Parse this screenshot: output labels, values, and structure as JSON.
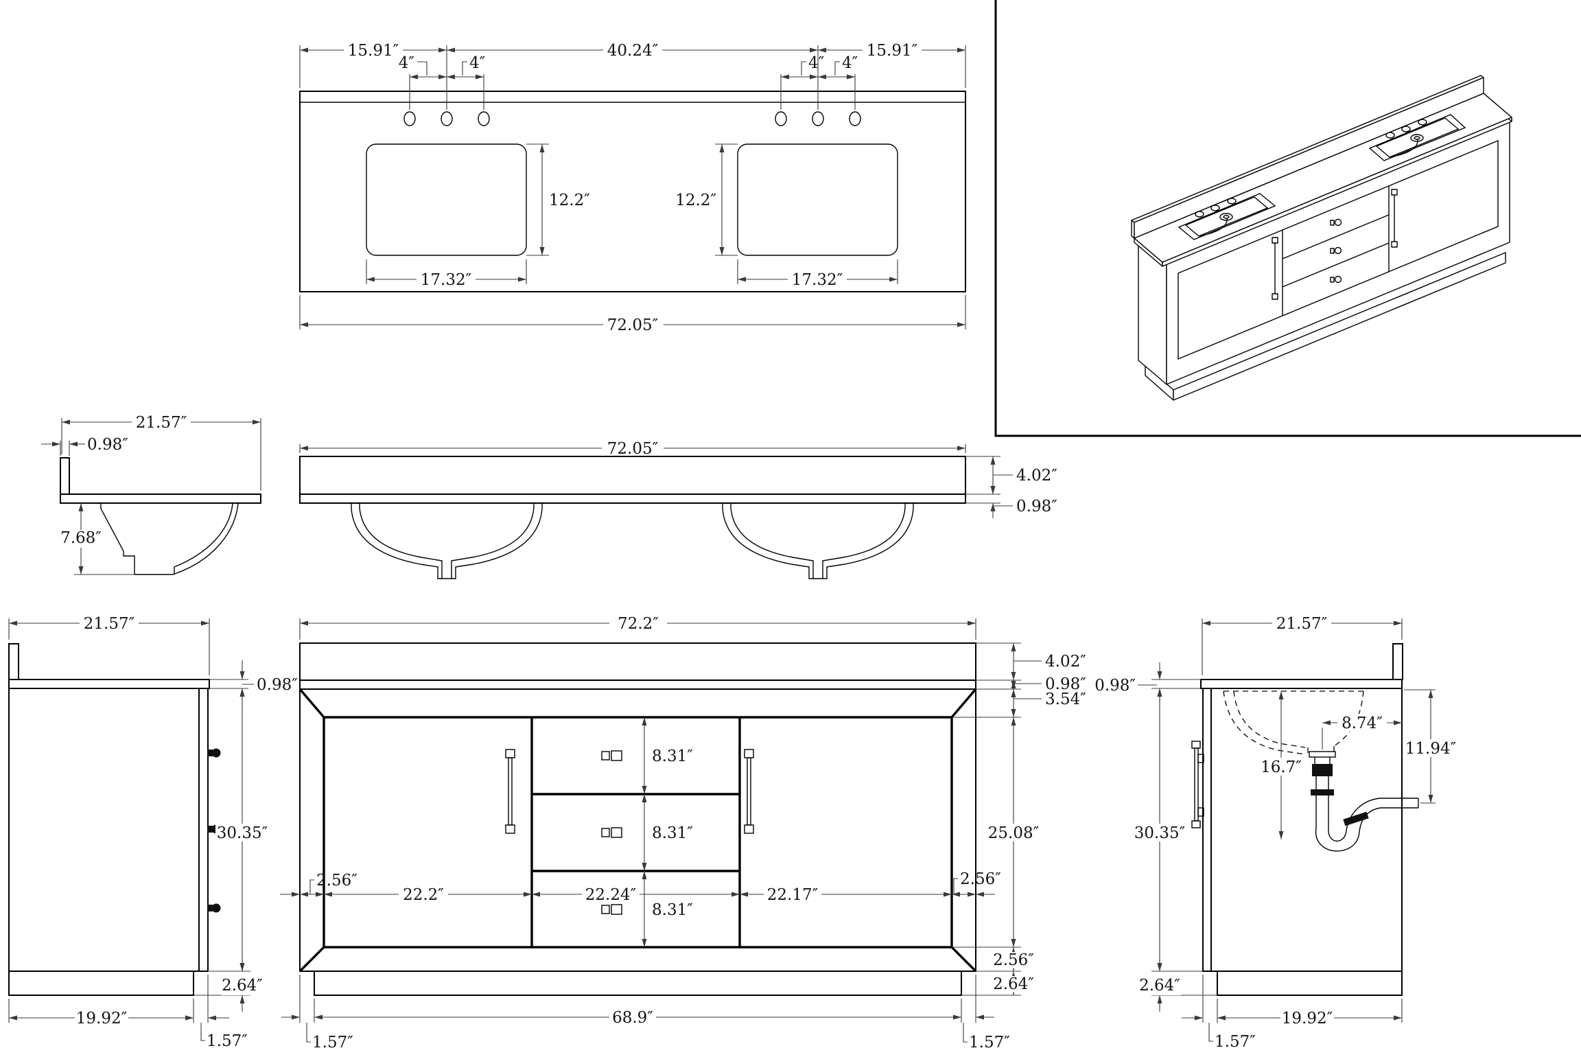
{
  "drawing": {
    "title": "double-sink vanity dimensioned drawing",
    "plan": {
      "left_overhang": "15.91″",
      "center_span": "40.24″",
      "right_overhang": "15.91″",
      "hole_spacing_left_a": "4″",
      "hole_spacing_left_b": "4″",
      "hole_spacing_right_a": "4″",
      "hole_spacing_right_b": "4″",
      "cutout_height_left": "12.2″",
      "cutout_height_right": "12.2″",
      "cutout_width_left": "17.32″",
      "cutout_width_right": "17.32″",
      "overall_width": "72.05″"
    },
    "counter_front": {
      "overall_width": "72.05″",
      "backsplash_height": "4.02″",
      "top_thickness": "0.98″"
    },
    "counter_side": {
      "depth": "21.57″",
      "backsplash_thickness": "0.98″",
      "bowl_depth": "7.68″"
    },
    "cabinet_side_left": {
      "depth": "21.57″",
      "top_thickness": "0.98″",
      "body_height": "30.35″",
      "base_height": "2.64″",
      "base_depth": "19.92″",
      "base_inset": "1.57″"
    },
    "cabinet_front": {
      "overall_width": "72.2″",
      "backsplash_height": "4.02″",
      "top_thickness": "0.98″",
      "top_rail": "3.54″",
      "drawer_1": "8.31″",
      "drawer_2": "8.31″",
      "drawer_3": "8.31″",
      "left_stile": "2.56″",
      "left_door_width": "22.2″",
      "drawer_bank_width": "22.24″",
      "right_door_width": "22.17″",
      "right_stile": "2.56″",
      "opening_height": "25.08″",
      "bottom_rail": "2.56″",
      "base_height": "2.64″",
      "base_width": "68.9″",
      "base_inset_left": "1.57″",
      "base_inset_right": "1.57″"
    },
    "cabinet_side_right": {
      "depth": "21.57″",
      "top_thickness": "0.98″",
      "drain_to_wall": "8.74″",
      "outlet_drop": "11.94″",
      "drain_depth": "16.7″",
      "body_height": "30.35″",
      "base_height": "2.64″",
      "base_depth": "19.92″",
      "base_inset": "1.57″"
    }
  }
}
